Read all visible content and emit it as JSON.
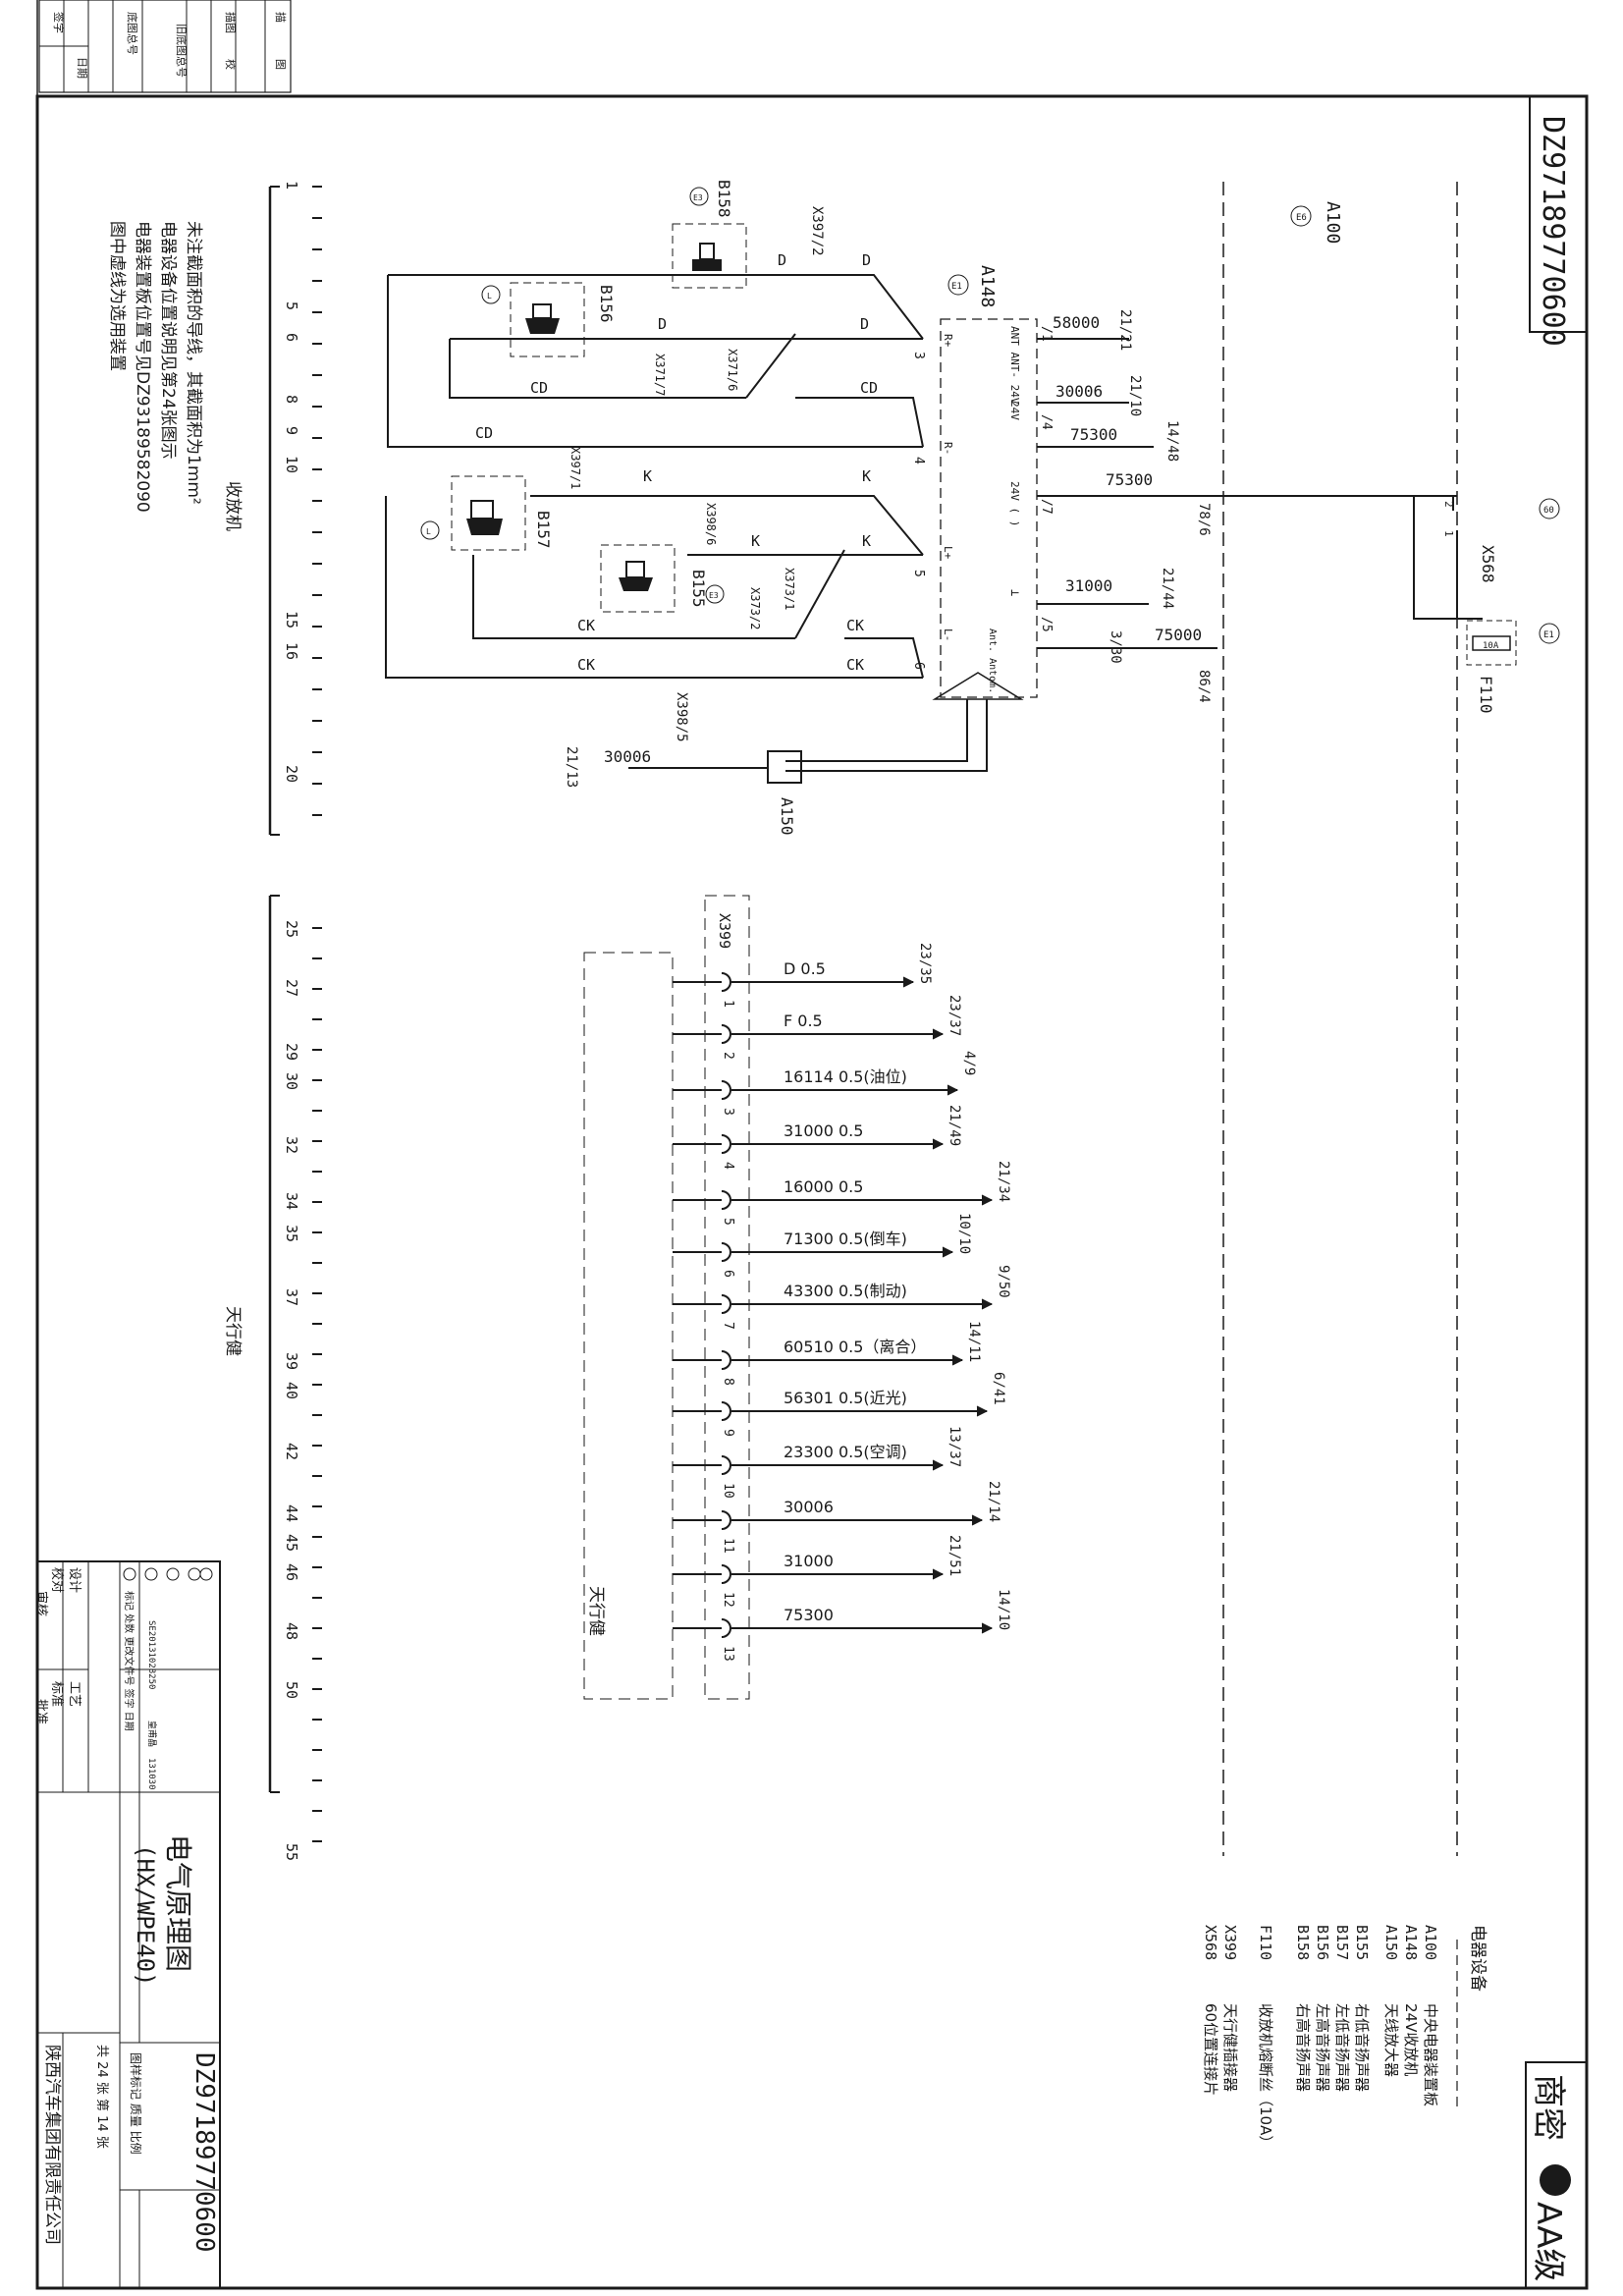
{
  "drawing_number": "DZ97189770600",
  "top_strip": {
    "labels": [
      "签字",
      "日期",
      "旧底图总号",
      "底图总号",
      "描图",
      "校",
      "描",
      "图"
    ]
  },
  "security": {
    "text": "商密",
    "grade": "AA级"
  },
  "central_module": {
    "ref": "A100",
    "loc": "E6"
  },
  "radio_module": {
    "ref": "A148",
    "loc": "E1",
    "pins": [
      {
        "n": "3",
        "label": "R+"
      },
      {
        "n": "4",
        "label": "R-"
      },
      {
        "n": "5",
        "label": "L+"
      },
      {
        "n": "6",
        "label": "L-"
      },
      {
        "n": "/1",
        "label": "ANT ANT- 24V"
      },
      {
        "n": "/4",
        "label": "24V"
      },
      {
        "n": "/7",
        "label": "24V ( )"
      },
      {
        "n": "/5",
        "label": "⊥"
      }
    ],
    "bottom_label": "Ant. Antom."
  },
  "speakers": [
    {
      "ref": "B158",
      "loc": "E3"
    },
    {
      "ref": "B156",
      "loc": "L"
    },
    {
      "ref": "B157",
      "loc": "L"
    },
    {
      "ref": "B155",
      "loc": "E3"
    }
  ],
  "connectors": [
    "X397/2",
    "X371/7",
    "X371/6",
    "X397/1",
    "X398/6",
    "X373/1",
    "X373/2",
    "X398/5"
  ],
  "wires": [
    "D",
    "D",
    "D",
    "D",
    "CD",
    "CD",
    "CD",
    "K",
    "K",
    "K",
    "K",
    "CK",
    "CK",
    "CK",
    "CK"
  ],
  "radio_outputs": [
    {
      "wire": "58000",
      "dest": "21/21"
    },
    {
      "wire": "30006",
      "dest": "21/10"
    },
    {
      "wire": "75300",
      "dest": "14/48"
    },
    {
      "wire": "75300",
      "dest": "78/6"
    },
    {
      "wire": "31000",
      "dest": "21/44"
    },
    {
      "wire": "75000",
      "dest": "3/30"
    },
    {
      "wire": "",
      "dest": "86/4"
    }
  ],
  "antenna_amp": {
    "ref": "A150",
    "wire": "30006",
    "dest": "21/13"
  },
  "fuse": {
    "ref": "F110",
    "rating": "10A",
    "loc": "E1"
  },
  "connector_x568": {
    "ref": "X568",
    "loc": "60",
    "pins": [
      "2",
      "1"
    ]
  },
  "notes": [
    "未注截面积的导线，其截面积为1mm²",
    "电器设备位置说明见第24张图示",
    "电器装置板位置号见DZ93189582090",
    "图中虚线为选用装置"
  ],
  "section_radio": "收放机",
  "section_skyline": "天行健",
  "ruler": {
    "top_numbers": [
      "1",
      "5",
      "6",
      "8",
      "9",
      "10",
      "15",
      "16",
      "20"
    ],
    "bottom_numbers": [
      "25",
      "27",
      "29",
      "30",
      "32",
      "34",
      "35",
      "37",
      "39",
      "40",
      "42",
      "44",
      "45",
      "46",
      "48",
      "50",
      "55"
    ]
  },
  "x399": {
    "ref": "X399",
    "box_label": "天行健",
    "rows": [
      {
        "pin": "1",
        "wire": "D 0.5",
        "dest": "23/35"
      },
      {
        "pin": "2",
        "wire": "F 0.5",
        "dest": "23/37"
      },
      {
        "pin": "3",
        "wire": "16114 0.5(油位)",
        "dest": "4/9"
      },
      {
        "pin": "4",
        "wire": "31000 0.5",
        "dest": "21/49"
      },
      {
        "pin": "5",
        "wire": "16000 0.5",
        "dest": "21/34"
      },
      {
        "pin": "6",
        "wire": "71300 0.5(倒车)",
        "dest": "10/10"
      },
      {
        "pin": "7",
        "wire": "43300 0.5(制动)",
        "dest": "9/50"
      },
      {
        "pin": "8",
        "wire": "60510 0.5（离合）",
        "dest": "14/11"
      },
      {
        "pin": "9",
        "wire": "56301 0.5(近光)",
        "dest": "6/41"
      },
      {
        "pin": "10",
        "wire": "23300 0.5(空调)",
        "dest": "13/37"
      },
      {
        "pin": "11",
        "wire": "30006",
        "dest": "21/14"
      },
      {
        "pin": "12",
        "wire": "31000",
        "dest": "21/51"
      },
      {
        "pin": "13",
        "wire": "75300",
        "dest": "14/10"
      }
    ]
  },
  "legend": {
    "title": "电器设备",
    "items": [
      {
        "ref": "A100",
        "desc": "中央电器装置板"
      },
      {
        "ref": "A148",
        "desc": "24V收放机"
      },
      {
        "ref": "A150",
        "desc": "天线放大器"
      },
      {
        "ref": "B155",
        "desc": "右低音扬声器"
      },
      {
        "ref": "B157",
        "desc": "左低音扬声器"
      },
      {
        "ref": "B156",
        "desc": "左高音扬声器"
      },
      {
        "ref": "B158",
        "desc": "右高音扬声器"
      },
      {
        "ref": "F110",
        "desc": "收放机熔断丝（10A）"
      },
      {
        "ref": "X399",
        "desc": "天行健插接器"
      },
      {
        "ref": "X568",
        "desc": "60位置连接片"
      }
    ]
  },
  "title_block": {
    "title": "电气原理图",
    "subtitle": "(HX/WPE40)",
    "drawing_no": "DZ97189770600",
    "company": "陕西汽车集团有限责任公司",
    "sheet": "共 24 张 第 14 张",
    "mark_row": "图样标记 质量 比例",
    "change_no": "SE20131028250",
    "change_person": "皇甫晶",
    "change_date": "131030",
    "change_headers": "标记 处数 更改文件号 签字 日期",
    "roles": [
      "设计",
      "校对",
      "审核",
      "工艺",
      "标准",
      "批准"
    ]
  }
}
